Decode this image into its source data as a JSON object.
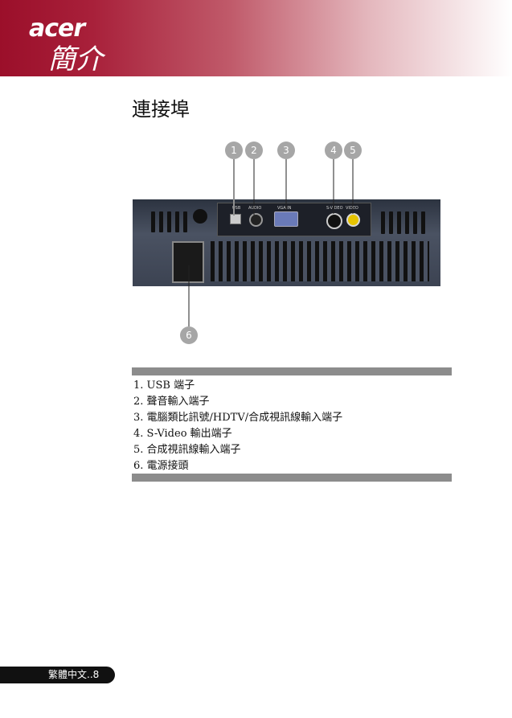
{
  "header": {
    "logo": "acer",
    "section": "簡介"
  },
  "page": {
    "heading": "連接埠"
  },
  "diagram": {
    "badges": [
      "1",
      "2",
      "3",
      "4",
      "5",
      "6"
    ],
    "port_labels": [
      "USB",
      "AUDIO",
      "VGA IN",
      "S-VIDEO",
      "VIDEO"
    ]
  },
  "connectors": [
    "1.  USB 端子",
    "2.  聲音輸入端子",
    "3.  電腦類比訊號/HDTV/合成視訊線輸入端子",
    "4.  S-Video 輸出端子",
    "5.  合成視訊線輸入端子",
    "6.  電源接頭"
  ],
  "footer": {
    "page_label": "繁體中文..8"
  }
}
